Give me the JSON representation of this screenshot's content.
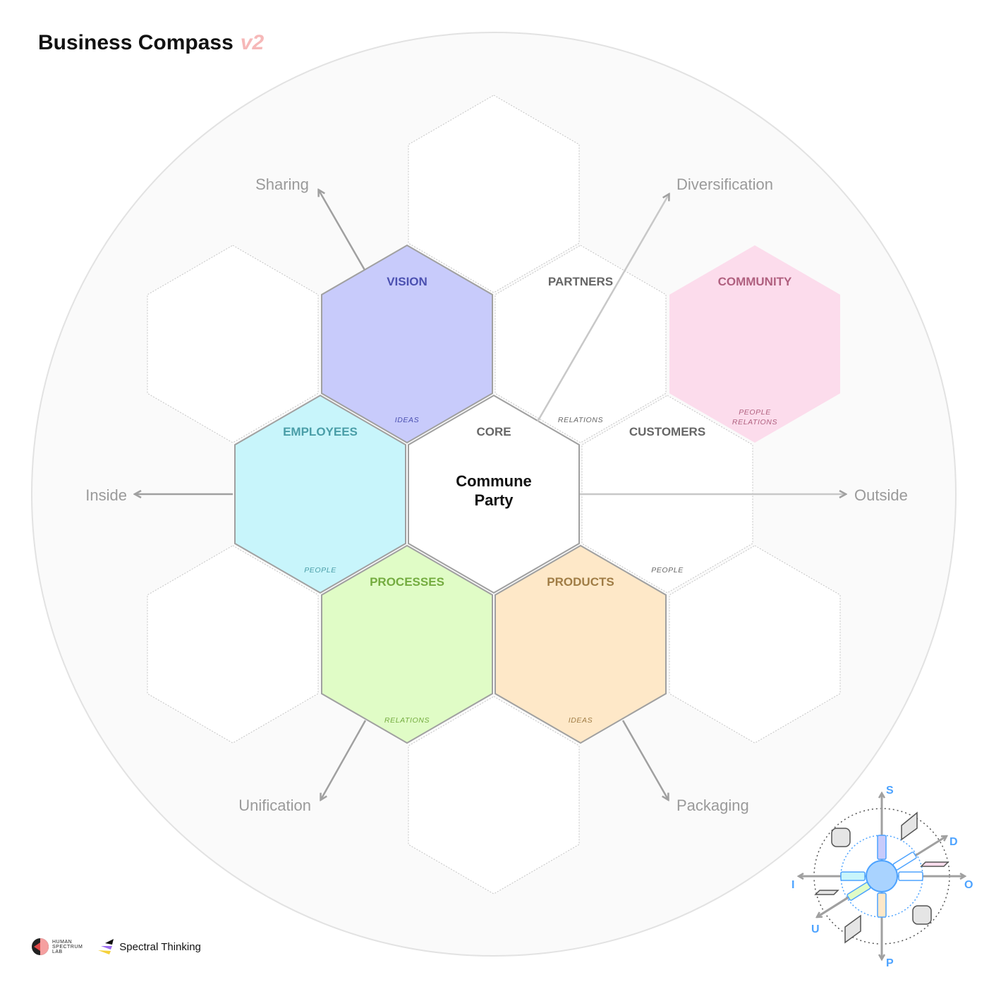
{
  "title": {
    "text": "Business Compass",
    "version": "v2"
  },
  "center": {
    "category": "CORE",
    "name_line1": "Commune",
    "name_line2": "Party"
  },
  "hexes": {
    "vision": {
      "label": "VISION",
      "sub": "IDEAS",
      "fill": "#c8cbfb",
      "color": "#4b50b0"
    },
    "employees": {
      "label": "EMPLOYEES",
      "sub": "PEOPLE",
      "fill": "#c8f5fb",
      "color": "#4a9ea8"
    },
    "processes": {
      "label": "PROCESSES",
      "sub": "RELATIONS",
      "fill": "#e0fcc6",
      "color": "#74ac40"
    },
    "products": {
      "label": "PRODUCTS",
      "sub": "IDEAS",
      "fill": "#fee8c8",
      "color": "#a07c45"
    },
    "partners": {
      "label": "PARTNERS",
      "sub": "RELATIONS",
      "fill": "#ffffff",
      "color": "#666666"
    },
    "customers": {
      "label": "CUSTOMERS",
      "sub": "PEOPLE",
      "fill": "#ffffff",
      "color": "#666666"
    },
    "community": {
      "label": "COMMUNITY",
      "sub1": "PEOPLE",
      "sub2": "RELATIONS",
      "fill": "#fcdcec",
      "color": "#b0607f"
    }
  },
  "directions": {
    "sharing": "Sharing",
    "diversification": "Diversification",
    "inside": "Inside",
    "outside": "Outside",
    "unification": "Unification",
    "packaging": "Packaging"
  },
  "mini_compass": {
    "s": "S",
    "d": "D",
    "o": "O",
    "p": "P",
    "u": "U",
    "i": "I",
    "accent": "#4da3ff"
  },
  "logos": {
    "hsl_line1": "HUMAN",
    "hsl_line2": "SPECTRUM",
    "hsl_line3": "LAB",
    "spectral": "Spectral Thinking"
  }
}
